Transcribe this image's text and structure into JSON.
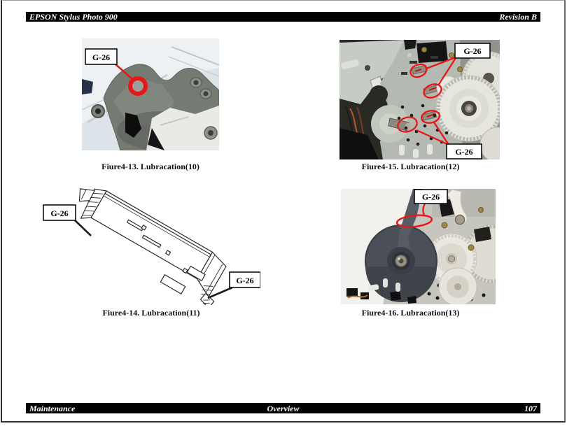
{
  "header": {
    "product": "EPSON Stylus Photo 900",
    "revision": "Revision B"
  },
  "footer": {
    "chapter": "Maintenance",
    "section": "Overview",
    "page_number": "107"
  },
  "colors": {
    "annotation_red": "#e81717",
    "bar_background": "#000000",
    "bar_text": "#ffffff",
    "callout_box_background": "#ffffff",
    "callout_box_border": "#000000"
  },
  "figures": [
    {
      "caption": "Fiure4-13. Lubracation(10)",
      "labels": [
        "G-26"
      ]
    },
    {
      "caption": "Fiure4-15. Lubracation(12)",
      "labels": [
        "G-26",
        "G-26"
      ]
    },
    {
      "caption": "Fiure4-14. Lubracation(11)",
      "labels": [
        "G-26",
        "G-26"
      ]
    },
    {
      "caption": "Fiure4-16. Lubracation(13)",
      "labels": [
        "G-26"
      ]
    }
  ]
}
